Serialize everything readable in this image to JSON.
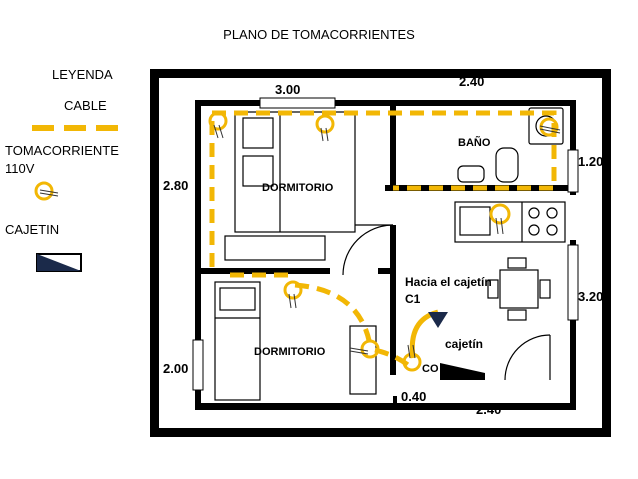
{
  "title": "PLANO DE TOMACORRIENTES",
  "legend": {
    "heading": "LEYENDA",
    "cable_label": "CABLE",
    "outlet_label_line1": "TOMACORRIENTE",
    "outlet_label_line2": "110V",
    "box_label": "CAJETIN"
  },
  "dimensions": {
    "top_left": "3.00",
    "top_right": "2.40",
    "left_top": "2.80",
    "left_bottom": "2.00",
    "right_top": "1.20",
    "right_bottom": "3.20",
    "bottom_small": "0.40",
    "bottom_right": "2.40"
  },
  "rooms": {
    "bedroom_top": "DORMITORIO",
    "bedroom_bottom": "DORMITORIO",
    "bathroom": "BAÑO",
    "partial_label": "CO"
  },
  "annotations": {
    "toward_line1": "Hacia el cajetín",
    "toward_line2": "C1",
    "box_note": "cajetín"
  },
  "colors": {
    "cable": "#f2b705",
    "wall": "#000000"
  }
}
